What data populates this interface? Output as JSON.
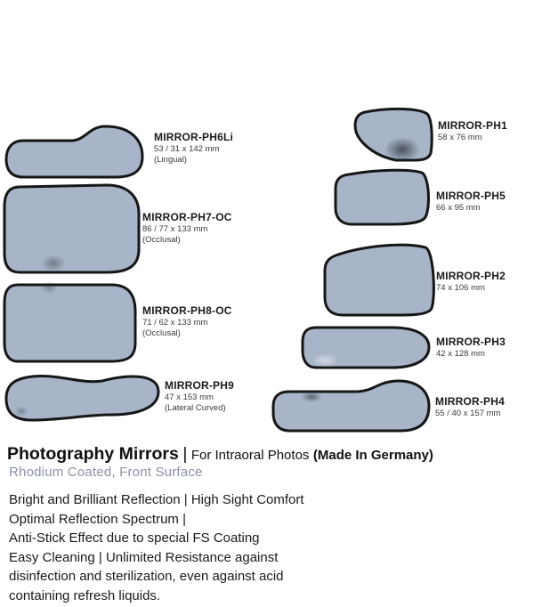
{
  "mirrors": [
    {
      "name": "MIRROR-PH6Li",
      "dims": "53 / 31 x 142 mm",
      "note": "(Lingual)"
    },
    {
      "name": "MIRROR-PH7-OC",
      "dims": "86 / 77 x 133 mm",
      "note": "(Occlusal)"
    },
    {
      "name": "MIRROR-PH8-OC",
      "dims": "71 / 62 x 133 mm",
      "note": "(Occlusal)"
    },
    {
      "name": "MIRROR-PH9",
      "dims": "47 x 153 mm",
      "note": "(Lateral Curved)"
    },
    {
      "name": "MIRROR-PH1",
      "dims": "58 x 76 mm"
    },
    {
      "name": "MIRROR-PH5",
      "dims": "66 x 95 mm"
    },
    {
      "name": "MIRROR-PH2",
      "dims": "74 x 106 mm"
    },
    {
      "name": "MIRROR-PH3",
      "dims": "42 x 128 mm"
    },
    {
      "name": "MIRROR-PH4",
      "dims": "55 / 40 x 157 mm"
    }
  ],
  "heading": {
    "title": "Photography Mirrors",
    "separator": "|",
    "for_text": "For Intraoral Photos",
    "origin": "(Made In Germany)",
    "subtitle": "Rhodium Coated, Front Surface"
  },
  "features": [
    "Bright and Brilliant Reflection | High Sight Comfort",
    "Optimal Reflection Spectrum |",
    "Anti-Stick Effect due to special FS Coating",
    "Easy Cleaning | Unlimited Resistance against",
    "disinfection and sterilization, even against acid",
    "containing refresh liquids."
  ],
  "colors": {
    "mirror_fill": "#a8b5c8",
    "mirror_outline": "#161616",
    "subtitle": "#8a93a6"
  }
}
